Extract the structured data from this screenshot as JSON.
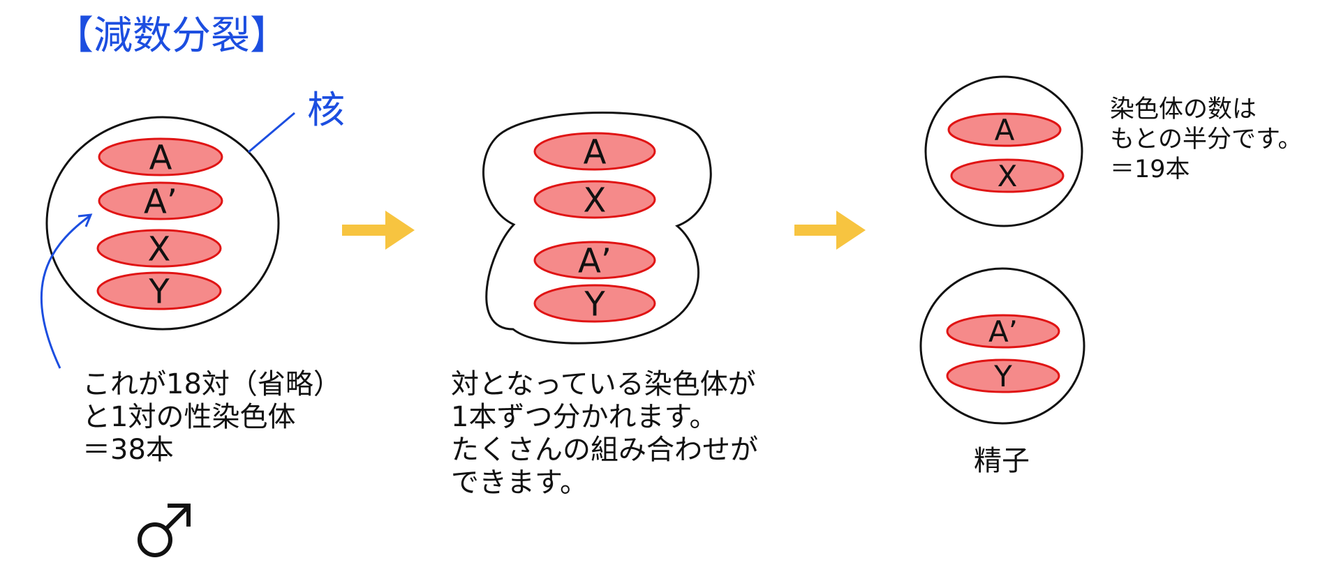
{
  "title": "【減数分裂】",
  "nucleus_label": "核",
  "parent_cell": {
    "chromosomes": [
      "A",
      "A’",
      "X",
      "Y"
    ],
    "caption": [
      "これが18対（省略）",
      "と1対の性染色体",
      "＝38本"
    ]
  },
  "dividing_cell": {
    "chromosomes_top": [
      "A",
      "X"
    ],
    "chromosomes_bottom": [
      "A’",
      "Y"
    ],
    "caption": [
      "対となっている染色体が",
      "1本ずつ分かれます。",
      "たくさんの組み合わせが",
      "できます。"
    ]
  },
  "sperm_cells": {
    "top": [
      "A",
      "X"
    ],
    "bottom": [
      "A’",
      "Y"
    ],
    "note": [
      "染色体の数は",
      "もとの半分です。",
      "＝19本"
    ],
    "label": "精子"
  },
  "colors": {
    "title_blue": "#1c4ee0",
    "chromosome_fill": "#f58a8a",
    "chromosome_stroke": "#e01414",
    "arrow_yellow": "#f7c440",
    "outline": "#111111"
  },
  "icons": {
    "arrow": "arrow-right-icon",
    "male": "male-symbol-icon"
  }
}
